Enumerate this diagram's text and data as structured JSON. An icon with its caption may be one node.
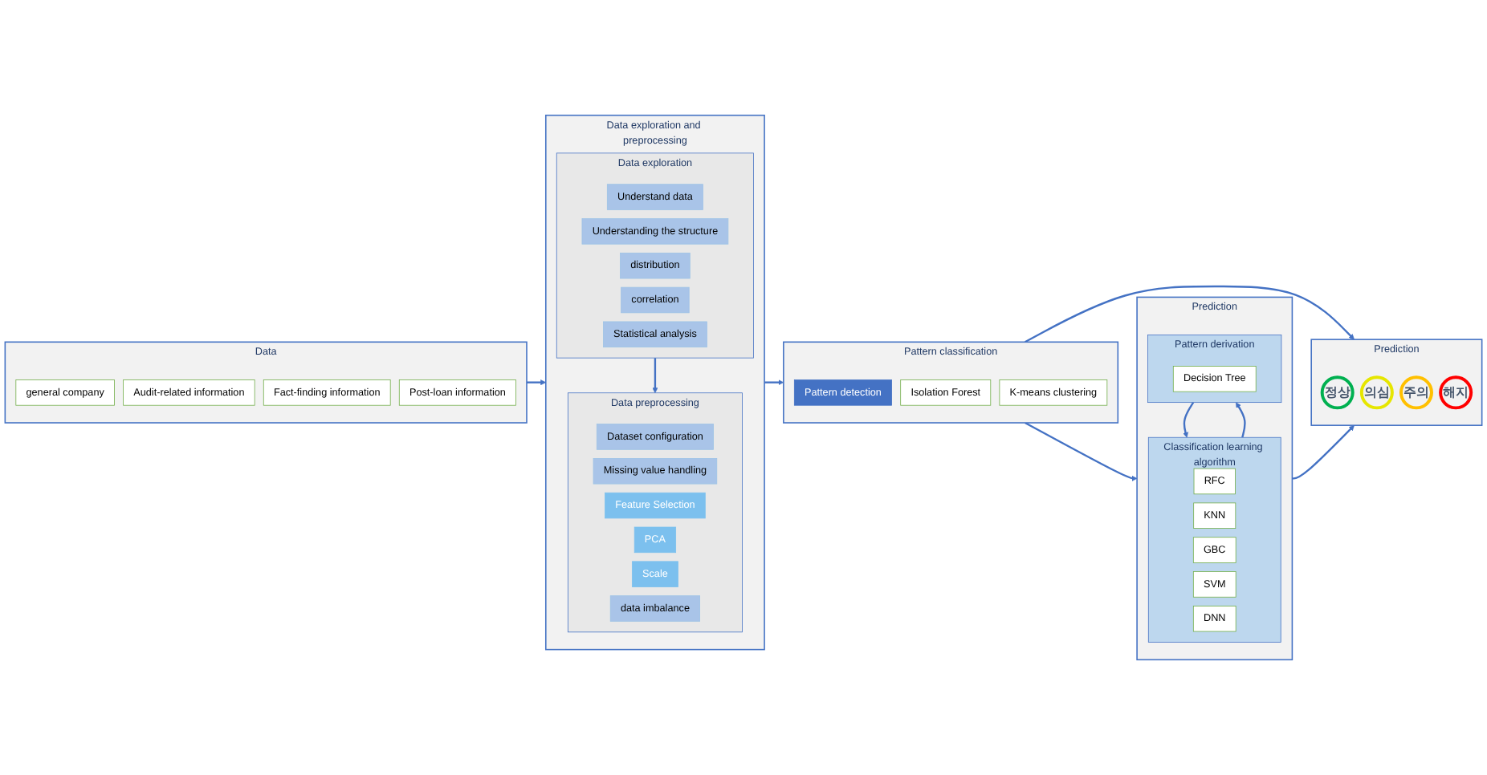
{
  "diagram": {
    "nodes": [
      {
        "text": [
          "Data"
        ]
      },
      {
        "text": [
          "general company"
        ],
        "in": 0
      },
      {
        "text": [
          "Audit-related information"
        ],
        "in": 0
      },
      {
        "text": [
          "Fact-finding information"
        ],
        "in": 0
      },
      {
        "text": [
          "Post-loan information"
        ],
        "in": 0
      },
      {
        "text": [
          "Data exploration and preprocessing"
        ]
      },
      {
        "text": [
          "Data exploration"
        ],
        "in": 5
      },
      {
        "text": [
          "Understand data"
        ],
        "in": 6
      },
      {
        "text": [
          "Understanding the structure"
        ],
        "in": 6
      },
      {
        "text": [
          "distribution"
        ],
        "in": 6
      },
      {
        "text": [
          "correlation"
        ],
        "in": 6
      },
      {
        "text": [
          "Statistical analysis"
        ],
        "in": 6
      },
      {
        "text": [
          "Data preprocessing"
        ],
        "in": 5
      },
      {
        "text": [
          "Dataset configuration"
        ],
        "in": 12
      },
      {
        "text": [
          "Missing value handling"
        ],
        "in": 12
      },
      {
        "text": [
          "Feature Selection"
        ],
        "in": 12
      },
      {
        "text": [
          "PCA"
        ],
        "in": 12
      },
      {
        "text": [
          "Scale"
        ],
        "in": 12
      },
      {
        "text": [
          "data imbalance"
        ],
        "in": 12
      },
      {
        "text": [
          "Pattern classification"
        ]
      },
      {
        "text": [
          "Pattern detection"
        ],
        "in": 19
      },
      {
        "text": [
          "Isolation Forest"
        ],
        "in": 19
      },
      {
        "text": [
          "K-means clustering"
        ],
        "in": 19
      },
      {
        "text": [
          "Prediction"
        ]
      },
      {
        "text": [
          "정상"
        ],
        "in": 23
      },
      {
        "text": [
          "의심"
        ],
        "in": 23
      },
      {
        "text": [
          "주의"
        ],
        "in": 23
      },
      {
        "text": [
          "해지"
        ],
        "in": 23
      },
      {
        "text": [
          "Prediction"
        ]
      },
      {
        "text": [
          "Classification learning algorithm"
        ],
        "in": 28
      },
      {
        "text": [
          "RFC"
        ],
        "in": 29
      },
      {
        "text": [
          "KNN"
        ],
        "in": 29
      },
      {
        "text": [
          "GBC"
        ],
        "in": 29
      },
      {
        "text": [
          "SVM"
        ],
        "in": 29
      },
      {
        "text": [
          "DNN"
        ],
        "in": 29
      },
      {
        "text": [
          "Pattern derivation"
        ],
        "in": 28
      },
      {
        "text": [
          "Decision Tree"
        ],
        "in": 35
      }
    ],
    "edges": [
      {
        "from": 0,
        "to": 5,
        "arrow": "to"
      },
      {
        "from": 6,
        "to": 12,
        "arrow": "to"
      },
      {
        "from": 5,
        "to": 19,
        "arrow": "to"
      },
      {
        "from": 19,
        "to": 28,
        "arrow": "to"
      },
      {
        "from": 19,
        "to": 23,
        "arrow": "to"
      },
      {
        "from": 28,
        "to": 23,
        "arrow": "to"
      },
      {
        "from": 29,
        "to": 35,
        "arrow": "to"
      },
      {
        "from": 35,
        "to": 29,
        "arrow": "to"
      }
    ]
  }
}
